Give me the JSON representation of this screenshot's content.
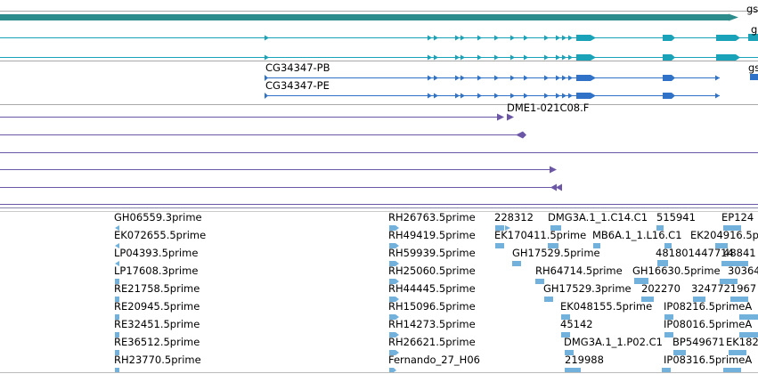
{
  "colors": {
    "gene_teal": "#2c8c8c",
    "transcript_teal": "#1aa3b8",
    "cds_blue": "#2f72c8",
    "est_purple": "#6b57a6",
    "est_light_blue": "#72b1dc",
    "separator": "#9a9a9a"
  },
  "gene_track": {
    "label_clipped": "gs"
  },
  "transcript_track": {
    "label_clipped": "g"
  },
  "cds_track": {
    "label_clipped": "gs",
    "labels": [
      "CG34347-PB",
      "CG34347-PE"
    ]
  },
  "clone_track": {
    "label": "DME1-021C08.F"
  },
  "est_track": {
    "labels": [
      "GH06559.3prime",
      "EK072655.5prime",
      "LP04393.5prime",
      "LP17608.3prime",
      "RE21758.5prime",
      "RE20945.5prime",
      "RE32451.5prime",
      "RE36512.5prime",
      "RH23770.5prime",
      "RH26763.5prime",
      "RH49419.5prime",
      "RH59939.5prime",
      "RH25060.5prime",
      "RH44445.5prime",
      "RH15096.5prime",
      "RH14273.5prime",
      "RH26621.5prime",
      "Fernando_27_H06",
      "228312",
      "DMG3A.1_1.C14.C1",
      "515941",
      "EP124",
      "EK170411.5prime",
      "MB6A.1_1.L16.C1",
      "EK204916.5prime",
      "GH17529.5prime",
      "481801447714",
      "48841",
      "RH64714.5prime",
      "GH16630.5prime",
      "30364",
      "GH17529.3prime",
      "202270",
      "3247721967",
      "EK048155.5prime",
      "IP08216.5primeA",
      "45142",
      "IP08016.5primeA",
      "DMG3A.1_1.P02.C1",
      "BP549671",
      "EK182",
      "219988",
      "IP08316.5primeA"
    ]
  }
}
